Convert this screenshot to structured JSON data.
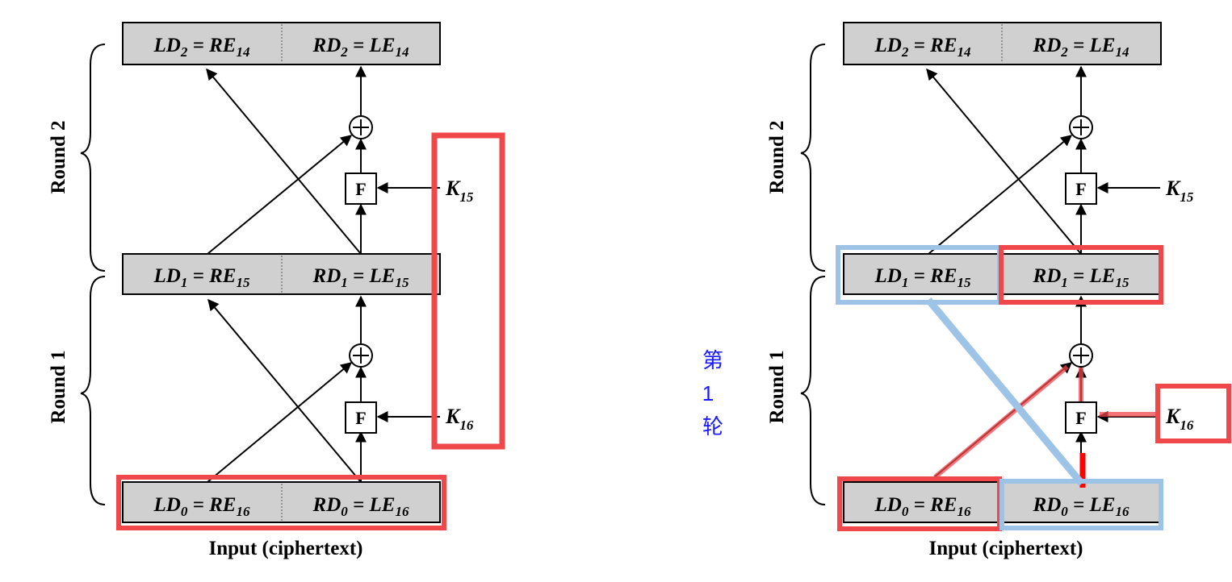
{
  "left_diagram": {
    "round_labels": [
      "Round 2",
      "Round 1"
    ],
    "registers": {
      "top": {
        "left": {
          "main": "LD",
          "sub": "2",
          "eq": " = RE",
          "esub": "14"
        },
        "right": {
          "main": "RD",
          "sub": "2",
          "eq": " = LE",
          "esub": "14"
        }
      },
      "mid": {
        "left": {
          "main": "LD",
          "sub": "1",
          "eq": " = RE",
          "esub": "15"
        },
        "right": {
          "main": "RD",
          "sub": "1",
          "eq": " = LE",
          "esub": "15"
        }
      },
      "bot": {
        "left": {
          "main": "LD",
          "sub": "0",
          "eq": " = RE",
          "esub": "16"
        },
        "right": {
          "main": "RD",
          "sub": "0",
          "eq": " = LE",
          "esub": "16"
        }
      }
    },
    "keys": [
      {
        "main": "K",
        "sub": "15"
      },
      {
        "main": "K",
        "sub": "16"
      }
    ],
    "f_label": "F",
    "xor_symbol": "⊕",
    "caption": "Input (ciphertext)"
  },
  "right_diagram": {
    "side_note": [
      "第",
      "1",
      "轮"
    ],
    "round_labels": [
      "Round 2",
      "Round 1"
    ],
    "registers": {
      "top": {
        "left": {
          "main": "LD",
          "sub": "2",
          "eq": " = RE",
          "esub": "14"
        },
        "right": {
          "main": "RD",
          "sub": "2",
          "eq": " = LE",
          "esub": "14"
        }
      },
      "mid": {
        "left": {
          "main": "LD",
          "sub": "1",
          "eq": " = RE",
          "esub": "15"
        },
        "right": {
          "main": "RD",
          "sub": "1",
          "eq": " = LE",
          "esub": "15"
        }
      },
      "bot": {
        "left": {
          "main": "LD",
          "sub": "0",
          "eq": " = RE",
          "esub": "16"
        },
        "right": {
          "main": "RD",
          "sub": "0",
          "eq": " = LE",
          "esub": "16"
        }
      }
    },
    "keys": [
      {
        "main": "K",
        "sub": "15"
      },
      {
        "main": "K",
        "sub": "16"
      }
    ],
    "f_label": "F",
    "xor_symbol": "⊕",
    "caption": "Input (ciphertext)"
  },
  "colors": {
    "highlight_red": "#f0474b",
    "highlight_blue": "#9dc3e6",
    "register_fill": "#d0d0d0",
    "note_blue": "#1a1aff"
  }
}
